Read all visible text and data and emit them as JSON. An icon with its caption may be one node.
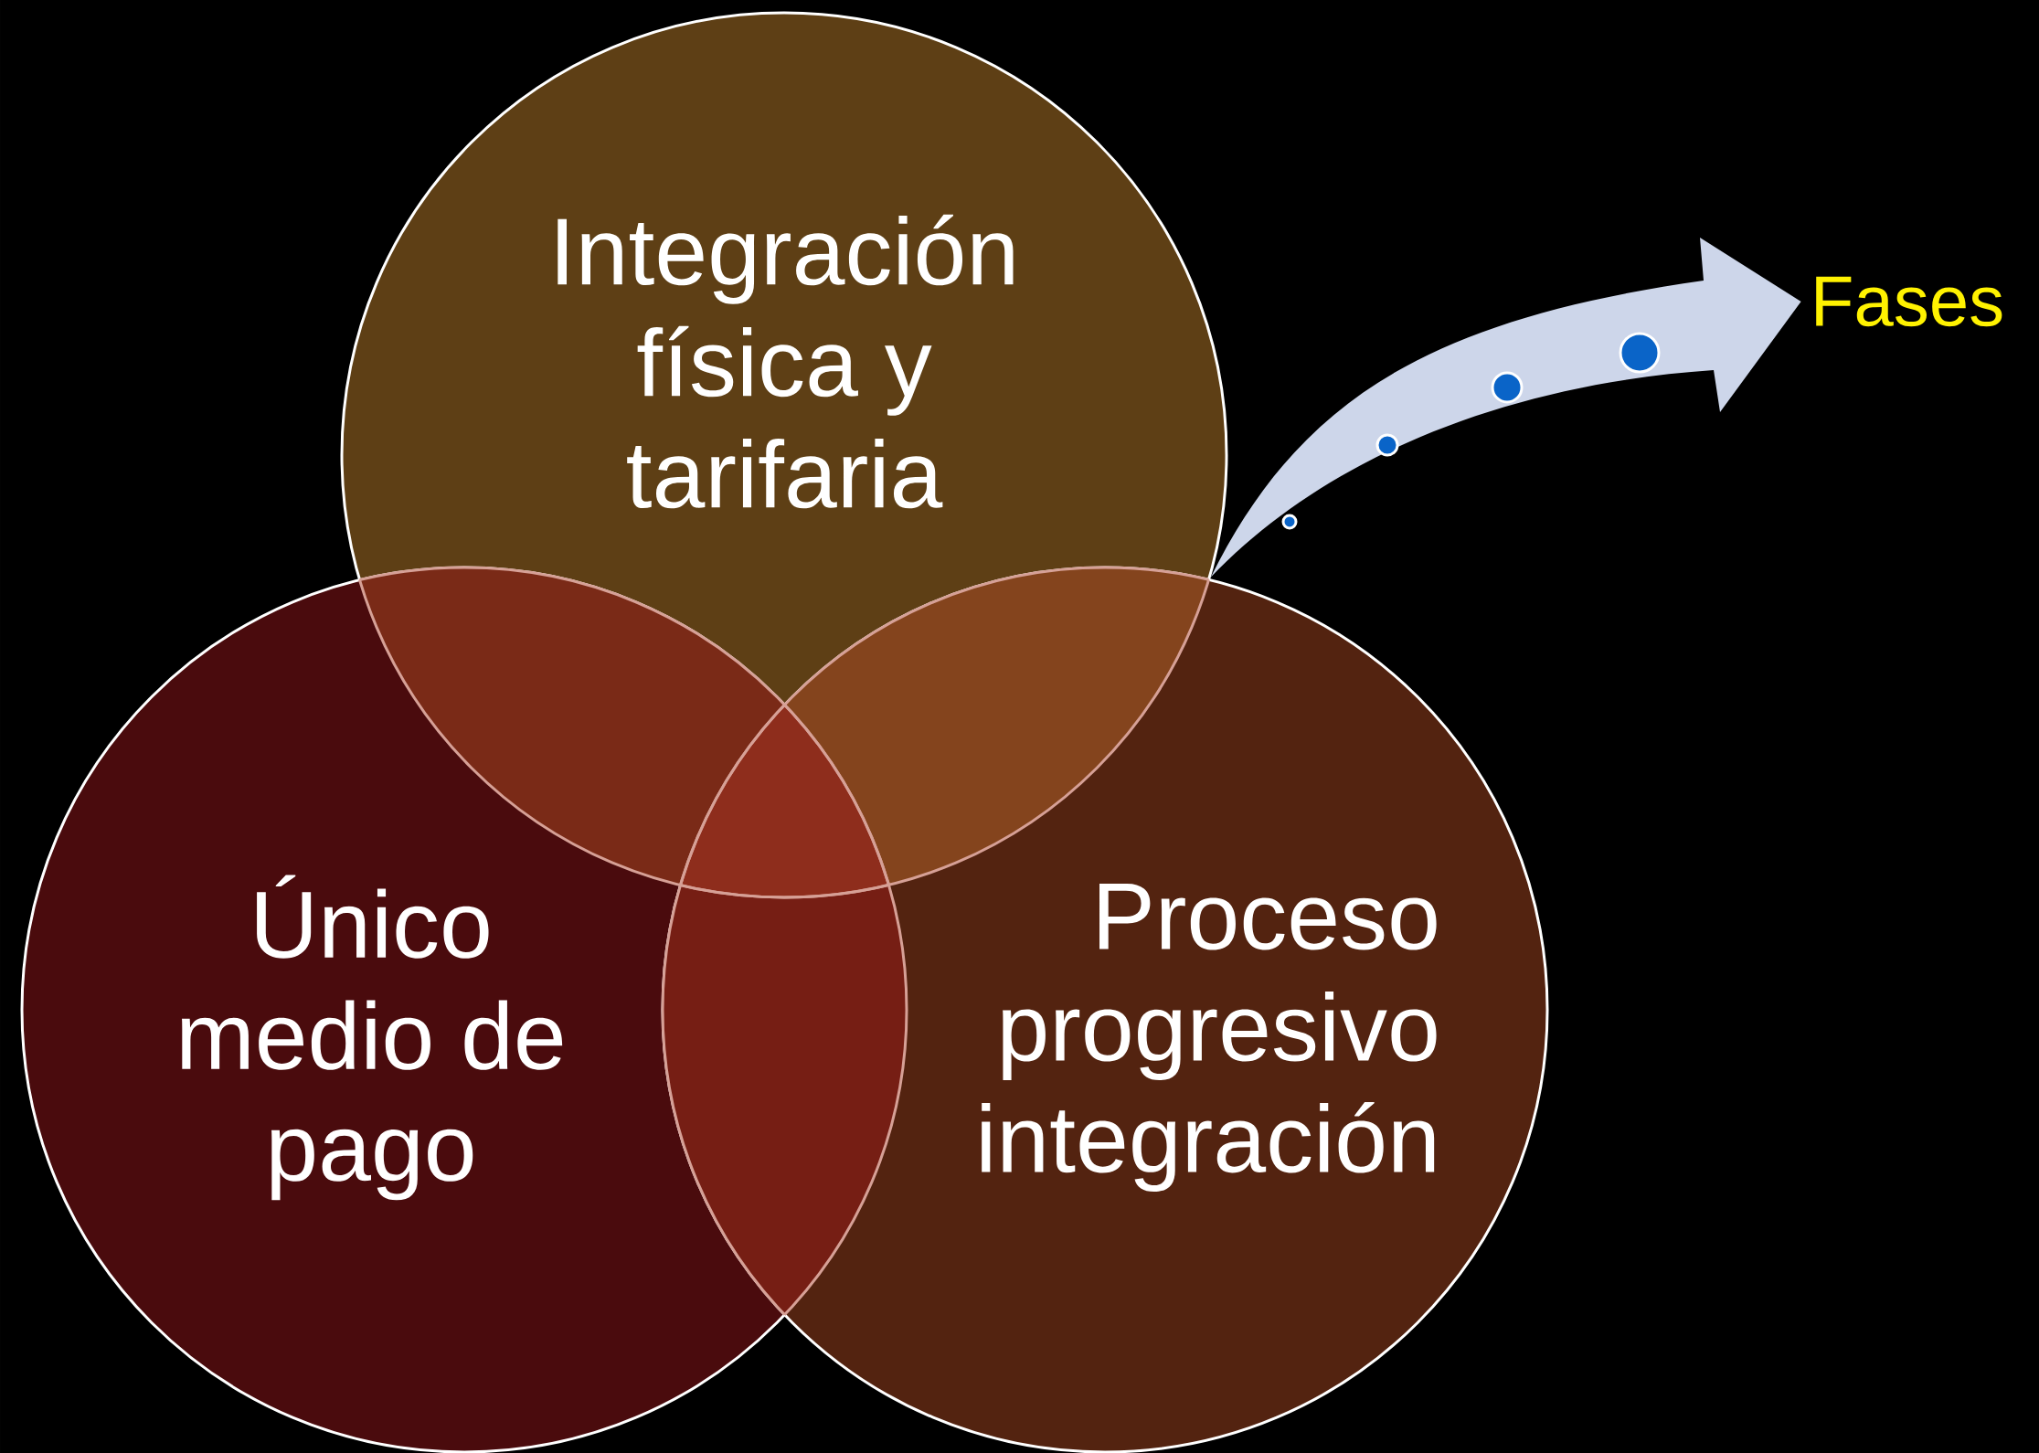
{
  "diagram": {
    "nodes": [
      {
        "text": [
          "Integración física y tarifaria"
        ]
      },
      {
        "text": [
          "Único medio de pago"
        ]
      },
      {
        "text": [
          "Proceso progresivo integración"
        ]
      },
      {
        "text": [
          "Fases"
        ]
      }
    ],
    "edges": [
      {
        "from": 0,
        "to": 3,
        "arrow": "to"
      }
    ]
  }
}
